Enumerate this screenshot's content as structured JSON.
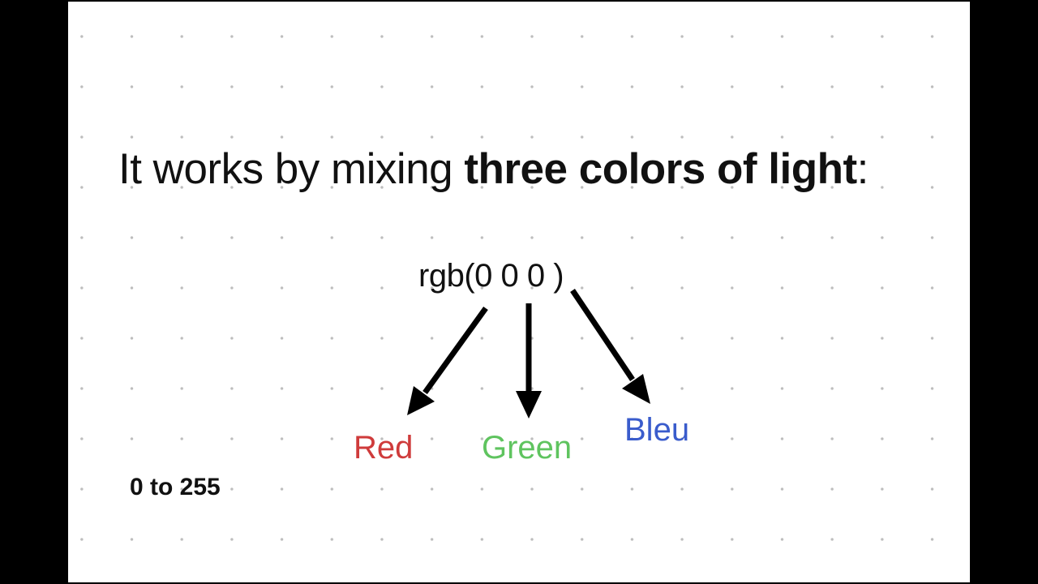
{
  "slide": {
    "headline_regular": "It works by mixing ",
    "headline_bold": "three colors of light",
    "headline_trailing": ":",
    "formula": "rgb(0 0 0 )",
    "channels": {
      "red": {
        "label": "Red",
        "color": "#cf3b3b"
      },
      "green": {
        "label": "Green",
        "color": "#5fc45f"
      },
      "blue": {
        "label": "Bleu",
        "color": "#3a5ccc"
      }
    },
    "range_note": "0 to 255"
  },
  "colors": {
    "background": "#ffffff",
    "frame": "#000000",
    "dot": "#bdbdbd",
    "text": "#111111",
    "arrow": "#000000"
  }
}
